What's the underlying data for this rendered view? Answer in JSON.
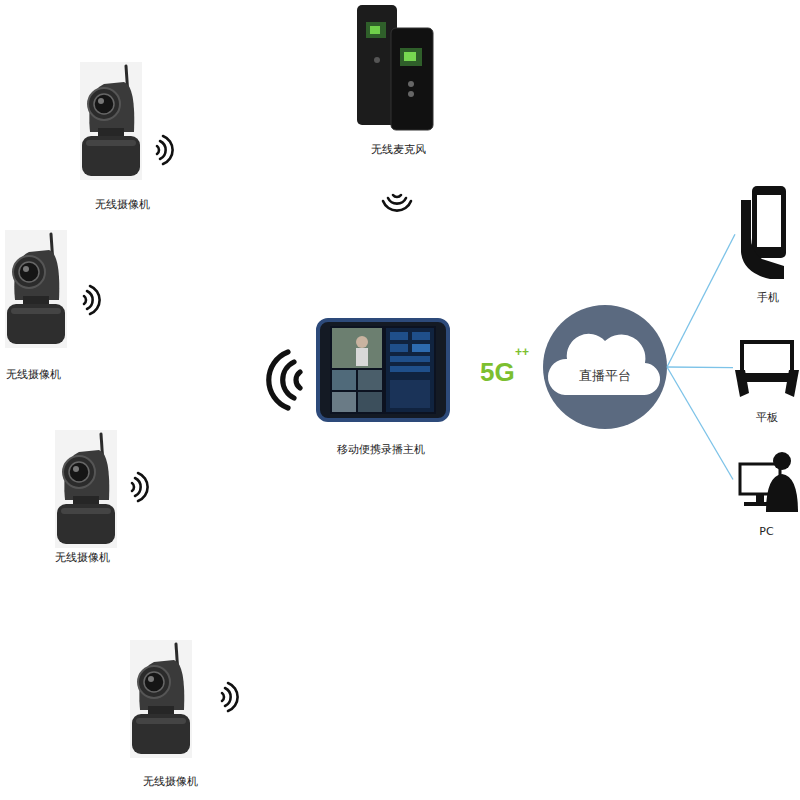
{
  "diagram": {
    "nodes": [
      {
        "text": [
          "无线摄像机"
        ]
      },
      {
        "text": [
          "无线麦克风"
        ]
      },
      {
        "text": [
          "无线摄像机"
        ]
      },
      {
        "text": [
          "移动便携录播主机"
        ]
      },
      {
        "text": [
          "直播平台"
        ]
      },
      {
        "text": [
          "手机"
        ]
      },
      {
        "text": [
          "平板"
        ]
      },
      {
        "text": [
          "无线摄像机"
        ]
      },
      {
        "text": [
          "PC"
        ]
      },
      {
        "text": [
          "无线摄像机"
        ]
      }
    ],
    "edges": [
      {
        "from": 4,
        "to": 5,
        "arrow": "none"
      },
      {
        "from": 4,
        "to": 6,
        "arrow": "none"
      },
      {
        "from": 4,
        "to": 8,
        "arrow": "none"
      }
    ],
    "labels": [
      "5G",
      "++"
    ]
  }
}
